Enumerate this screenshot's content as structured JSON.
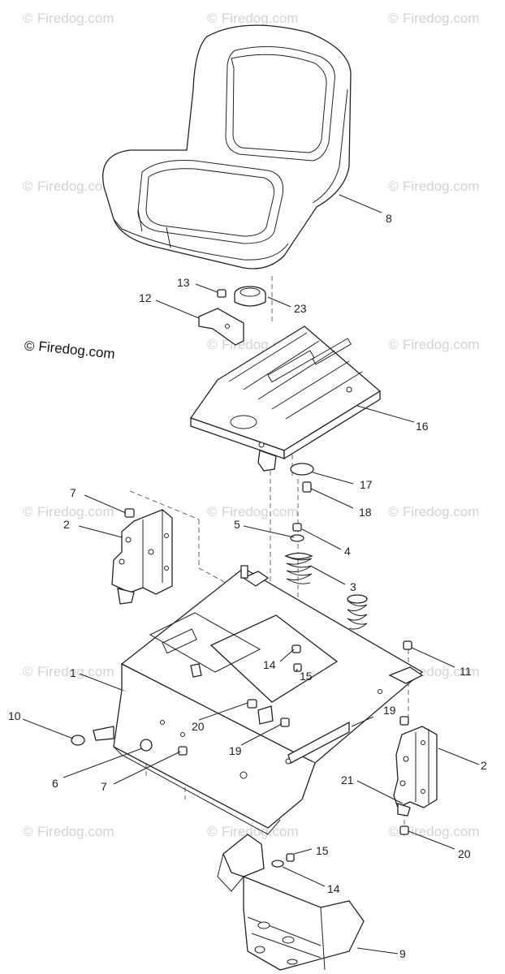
{
  "watermark": {
    "text": "Firedog.com"
  },
  "logo": {
    "symbol": "©",
    "text": "Firedog.com"
  },
  "callouts": {
    "c8": "8",
    "c13": "13",
    "c12": "12",
    "c23": "23",
    "c16": "16",
    "c17": "17",
    "c18": "18",
    "c7a": "7",
    "c2a": "2",
    "c5": "5",
    "c4": "4",
    "c3": "3",
    "c11": "11",
    "c1": "1",
    "c14a": "14",
    "c15a": "15",
    "c10": "10",
    "c20a": "20",
    "c19a": "19",
    "c19b": "19",
    "c6": "6",
    "c7b": "7",
    "c2b": "2",
    "c21": "21",
    "c20b": "20",
    "c15b": "15",
    "c14b": "14",
    "c9": "9"
  },
  "colors": {
    "line": "#222222",
    "watermark": "#d2d2d2",
    "background": "#ffffff"
  }
}
